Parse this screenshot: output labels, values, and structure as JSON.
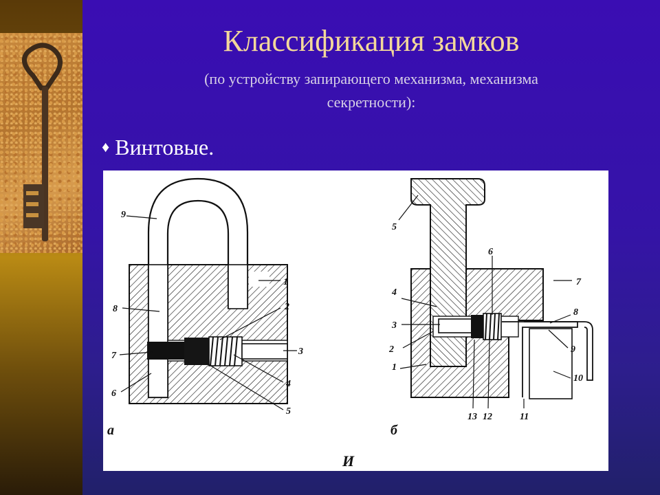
{
  "slide": {
    "title": "Классификация замков",
    "subtitle_line1": "(по устройству запирающего механизма, механизма",
    "subtitle_line2": "секретности):",
    "bullet_glyph": "♦",
    "bullet_text": "Винтовые."
  },
  "figure": {
    "caption": "И",
    "panel_a": {
      "label": "а",
      "callouts": [
        "9",
        "1",
        "8",
        "2",
        "7",
        "3",
        "6",
        "4",
        "5"
      ]
    },
    "panel_b": {
      "label": "б",
      "callouts": [
        "5",
        "6",
        "4",
        "7",
        "3",
        "8",
        "2",
        "9",
        "1",
        "10",
        "13",
        "12",
        "11"
      ]
    }
  },
  "colors": {
    "title": "#f3d89a",
    "subtitle": "#d8d2e6",
    "bullet": "#ffffff",
    "background_top": "#3a0db3",
    "background_bottom": "#21206a"
  }
}
